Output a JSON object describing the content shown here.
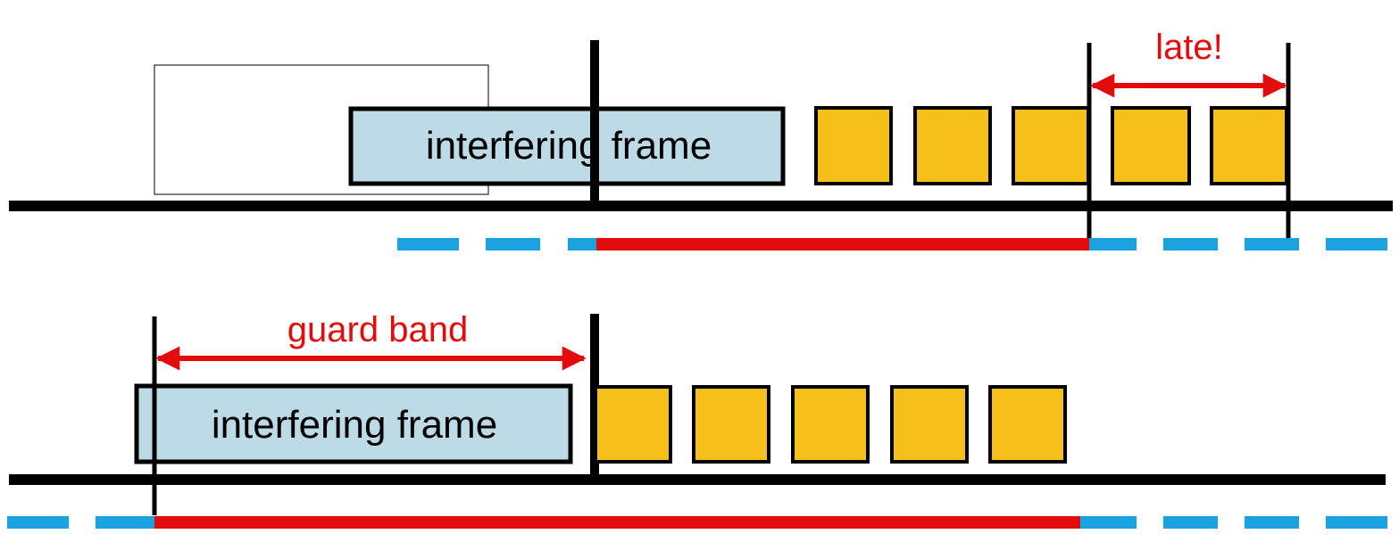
{
  "top": {
    "interfering_frame_label": "interfering frame",
    "late_label": "late!"
  },
  "bottom": {
    "interfering_frame_label": "interfering frame",
    "guard_band_label": "guard band"
  },
  "colors": {
    "frame_fill": "#bcdbe6",
    "packet_fill": "#f5c01a",
    "annotation_red": "#e30b0b",
    "dash_blue": "#1aa3e0",
    "line_black": "#000000"
  }
}
